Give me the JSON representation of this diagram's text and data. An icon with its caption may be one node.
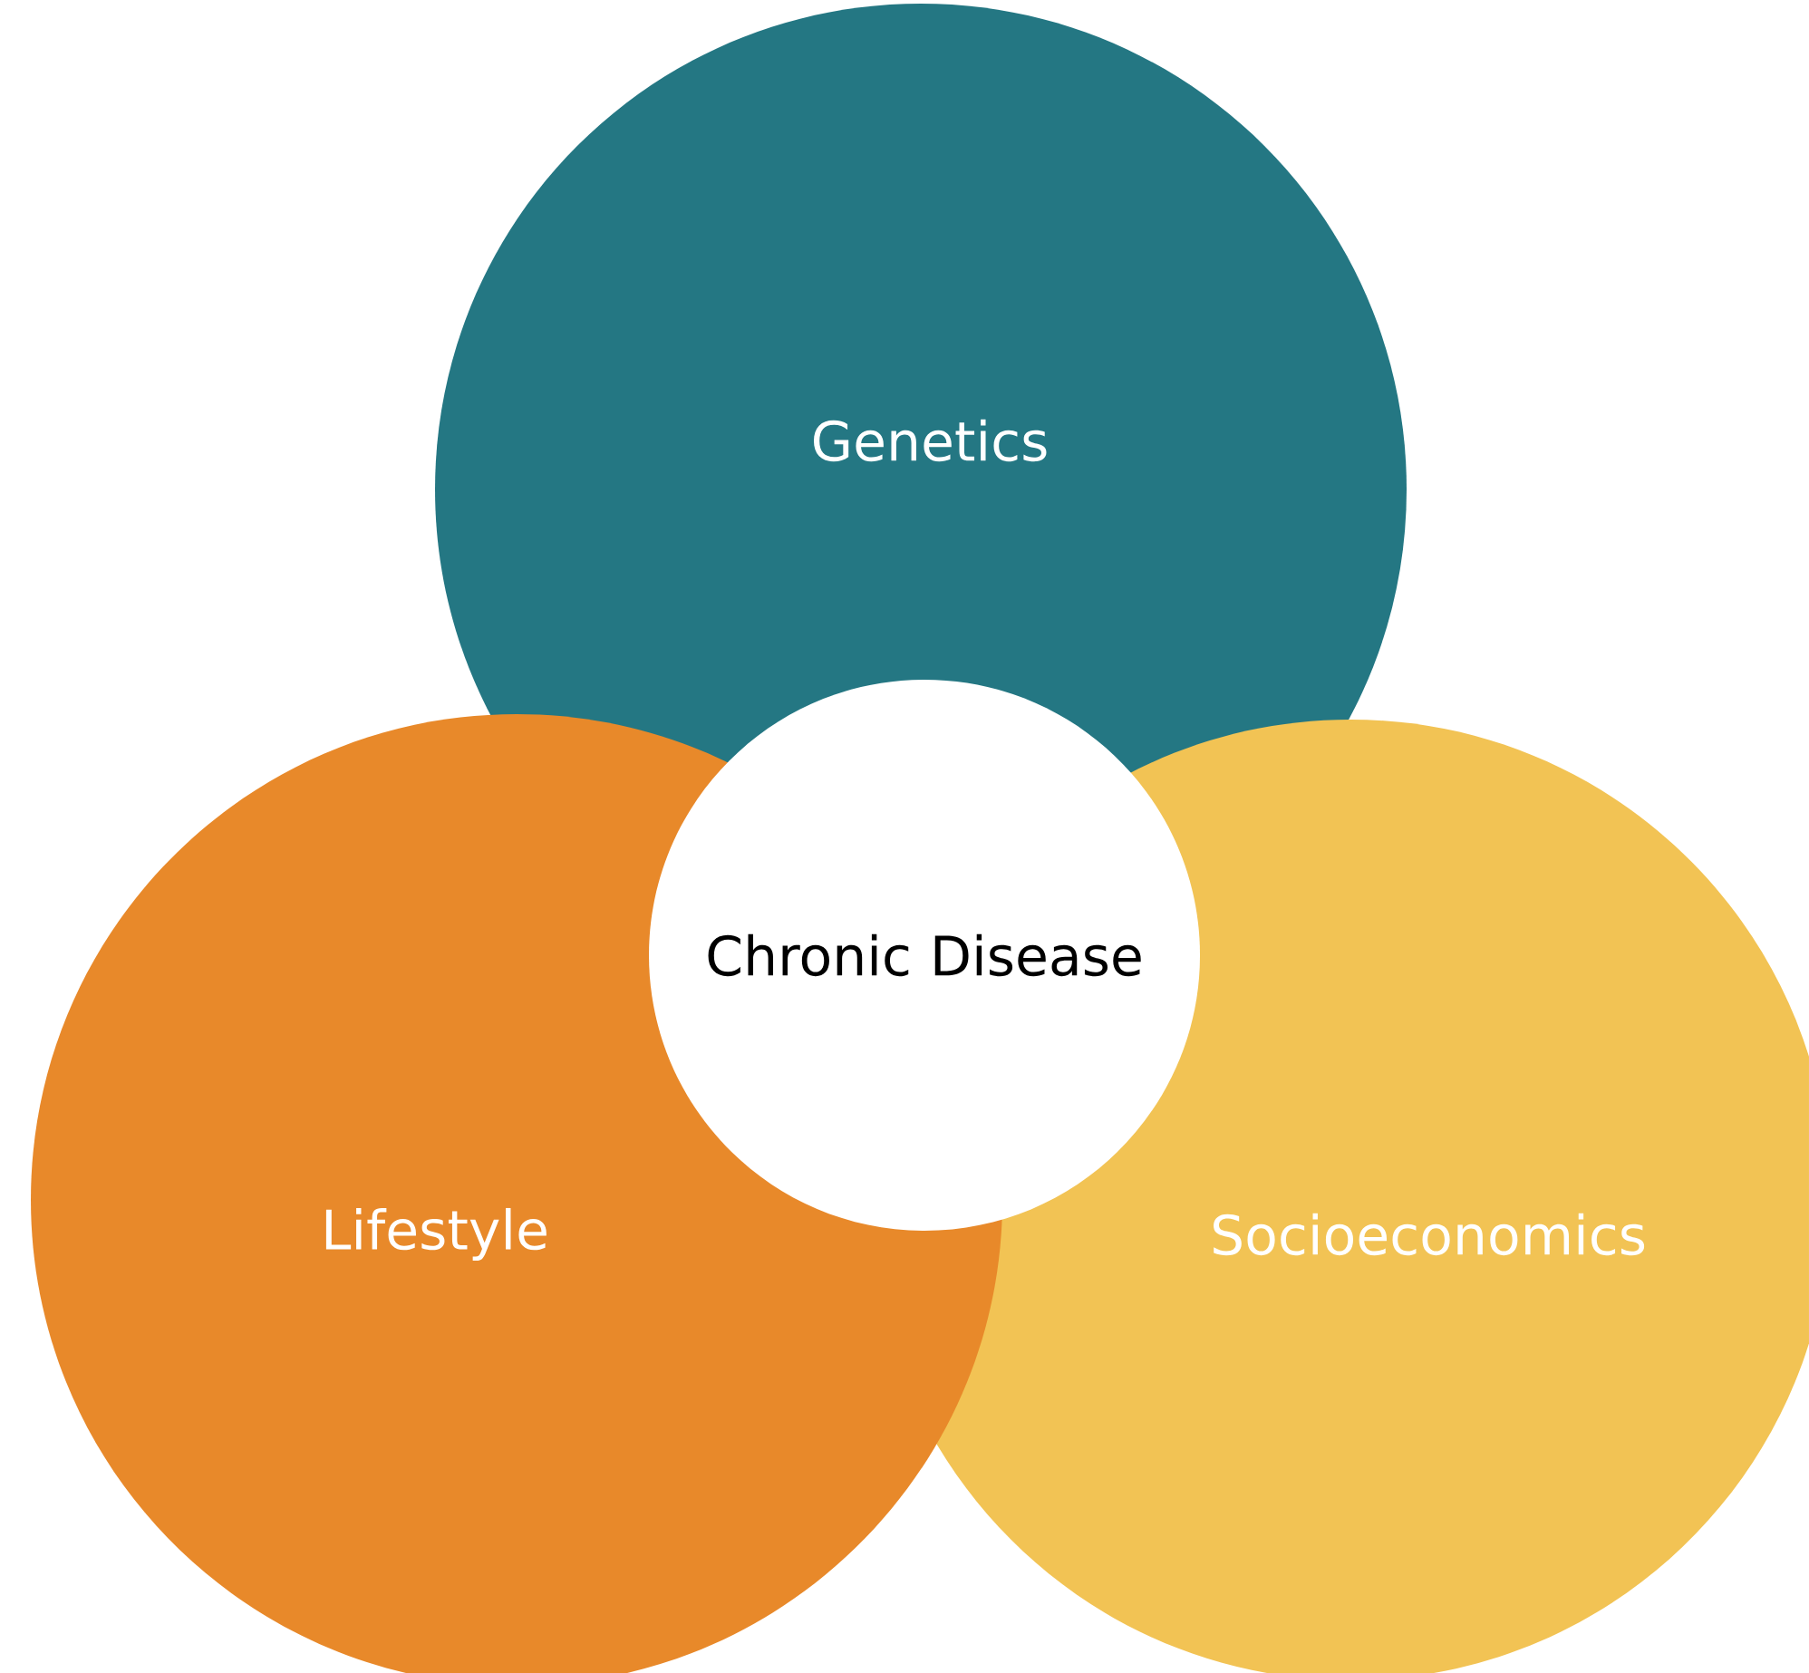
{
  "diagram": {
    "nodes": [
      {
        "text": [
          "Genetics"
        ]
      },
      {
        "text": [
          "Lifestyle"
        ]
      },
      {
        "text": [
          "Socioeconomics"
        ]
      },
      {
        "text": [
          "Chronic Disease"
        ]
      }
    ]
  }
}
